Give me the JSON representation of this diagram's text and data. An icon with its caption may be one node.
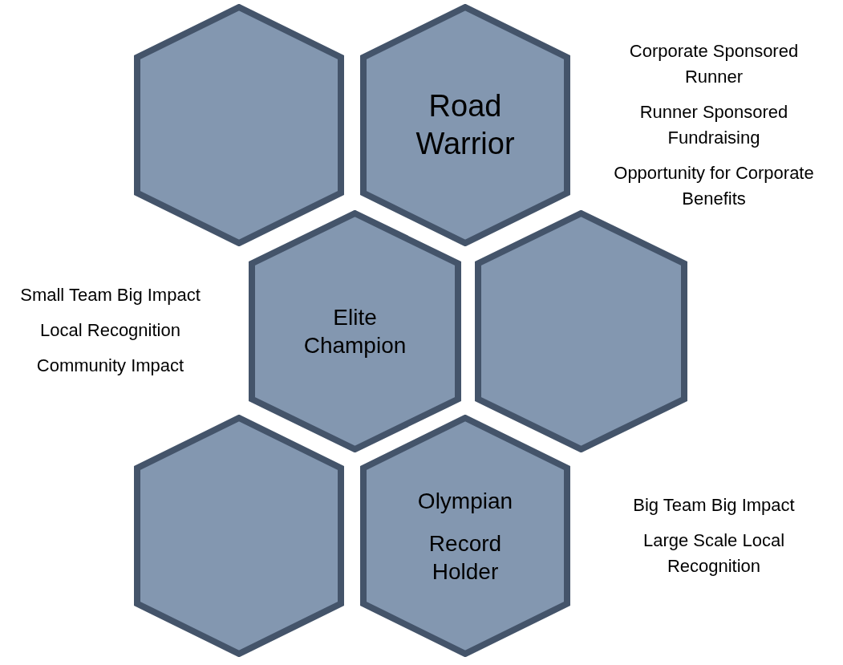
{
  "diagram": {
    "nodes": [
      {
        "text": [],
        "shape": "hexagon"
      },
      {
        "text": [
          "Road Warrior"
        ],
        "beside": [
          "Corporate Sponsored Runner",
          "Runner Sponsored Fundraising",
          "Opportunity for Corporate Benefits"
        ]
      },
      {
        "text": [
          "Elite Champion"
        ],
        "beside": [
          "Small Team Big Impact",
          "Local Recognition",
          "Community Impact"
        ]
      },
      {
        "text": [],
        "shape": "hexagon"
      },
      {
        "text": [],
        "shape": "hexagon"
      },
      {
        "text": [
          "Olympian",
          "Record Holder"
        ],
        "beside": [
          "Big Team Big Impact",
          "Large Scale Local Recognition"
        ]
      }
    ]
  }
}
